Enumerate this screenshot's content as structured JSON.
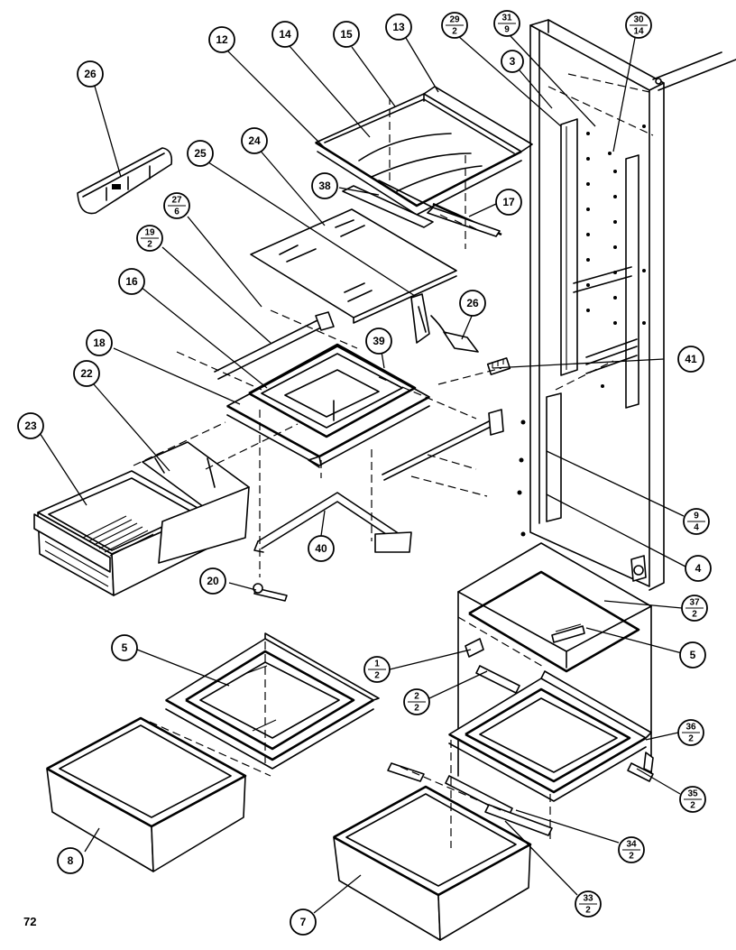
{
  "page_number": "72",
  "callouts": [
    {
      "label": "26"
    },
    {
      "label": "12"
    },
    {
      "label": "14"
    },
    {
      "label": "15"
    },
    {
      "label": "13"
    },
    {
      "top": "29",
      "bottom": "2"
    },
    {
      "top": "31",
      "bottom": "9"
    },
    {
      "label": "3"
    },
    {
      "top": "30",
      "bottom": "14"
    },
    {
      "label": "25"
    },
    {
      "label": "24"
    },
    {
      "label": "38"
    },
    {
      "label": "17"
    },
    {
      "top": "27",
      "bottom": "6"
    },
    {
      "top": "19",
      "bottom": "2"
    },
    {
      "label": "16"
    },
    {
      "label": "26"
    },
    {
      "label": "39"
    },
    {
      "label": "41"
    },
    {
      "label": "18"
    },
    {
      "label": "22"
    },
    {
      "label": "23"
    },
    {
      "top": "9",
      "bottom": "4"
    },
    {
      "label": "40"
    },
    {
      "label": "4"
    },
    {
      "label": "20"
    },
    {
      "top": "37",
      "bottom": "2"
    },
    {
      "label": "5"
    },
    {
      "label": "5"
    },
    {
      "top": "1",
      "bottom": "2"
    },
    {
      "top": "2",
      "bottom": "2"
    },
    {
      "top": "36",
      "bottom": "2"
    },
    {
      "top": "35",
      "bottom": "2"
    },
    {
      "label": "8"
    },
    {
      "top": "34",
      "bottom": "2"
    },
    {
      "top": "33",
      "bottom": "2"
    },
    {
      "label": "7"
    }
  ]
}
